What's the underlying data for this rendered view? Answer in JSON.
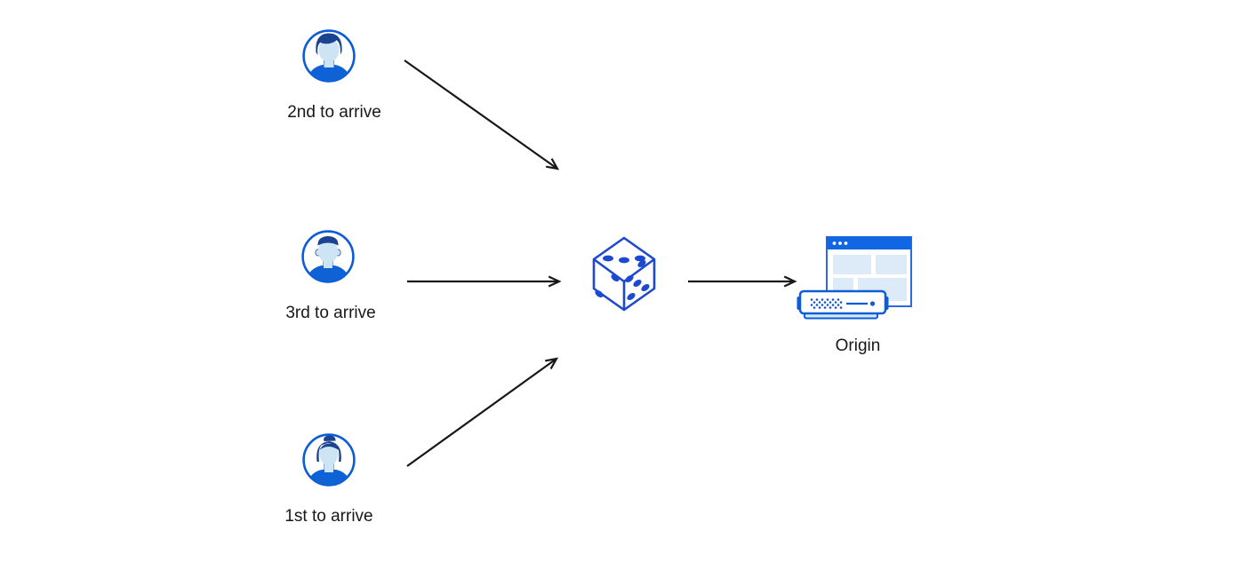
{
  "page": {
    "background": "#ffffff"
  },
  "colors": {
    "arrow": "#17181a",
    "text": "#17181a",
    "primary_blue": "#0b5cd8",
    "dice_blue": "#1d49cf",
    "hair_navy": "#1b4390",
    "skin_light_blue": "#cde4f5",
    "shirt_blue": "#0f62d6",
    "titlebar_blue": "#1166e3",
    "panel_light_blue": "#dcebf7",
    "server_base_blue": "#d6e9f8"
  },
  "nodes": {
    "clients": [
      {
        "label": "2nd to arrive",
        "icon": "user-avatar-man-swept-hair-icon"
      },
      {
        "label": "3rd to arrive",
        "icon": "user-avatar-man-short-hair-icon"
      },
      {
        "label": "1st to arrive",
        "icon": "user-avatar-woman-bun-icon"
      }
    ],
    "randomizer": {
      "icon": "dice-icon",
      "die_faces": {
        "top_pips": 3,
        "left_pips": 2,
        "right_pips": 5
      }
    },
    "origin": {
      "label": "Origin",
      "icons": [
        "browser-window-icon",
        "server-icon"
      ]
    }
  },
  "edges": [
    {
      "from": "client-2nd-to-arrive",
      "to": "dice"
    },
    {
      "from": "client-3rd-to-arrive",
      "to": "dice"
    },
    {
      "from": "client-1st-to-arrive",
      "to": "dice"
    },
    {
      "from": "dice",
      "to": "origin"
    }
  ]
}
